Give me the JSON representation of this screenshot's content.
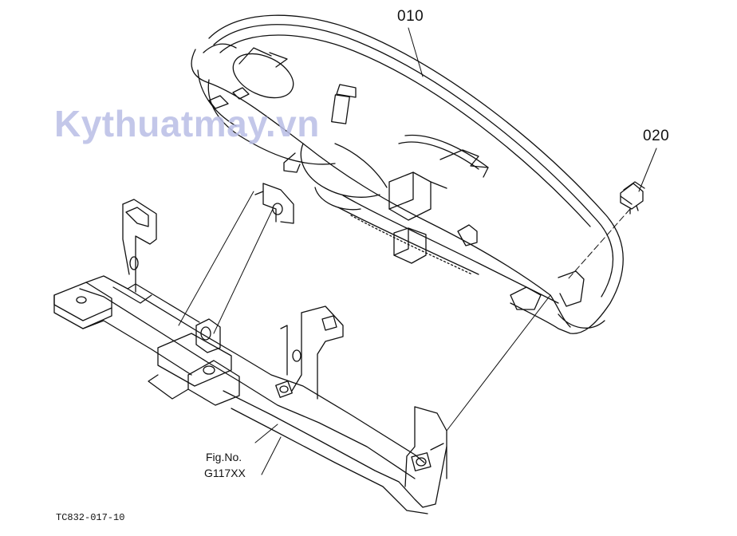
{
  "callouts": {
    "part_010": "010",
    "part_020": "020"
  },
  "figure_ref": {
    "line1": "Fig.No.",
    "line2": "G117XX"
  },
  "watermark": "Kythuatmay.vn",
  "drawing_code": "TC832-017-10",
  "colors": {
    "line": "#111111",
    "watermark": "#b9bee6"
  }
}
